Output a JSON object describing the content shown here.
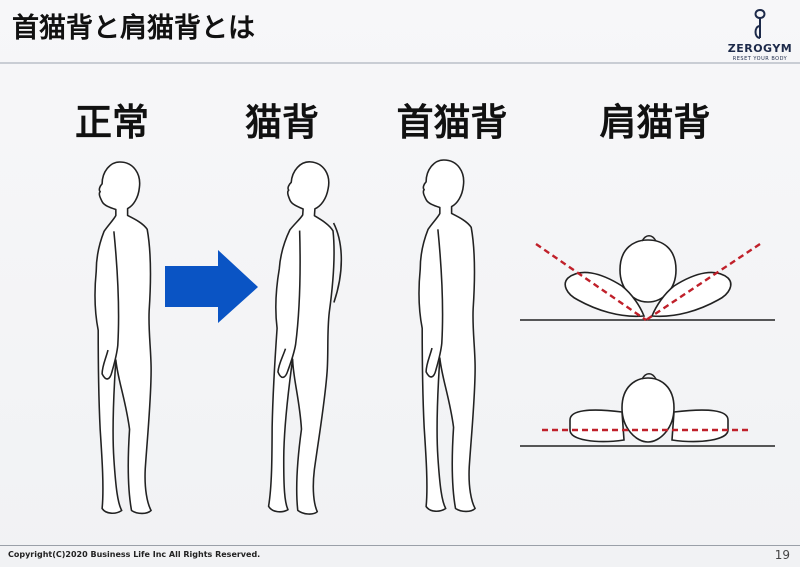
{
  "header": {
    "title": "首猫背と肩猫背とは"
  },
  "logo": {
    "name": "ZEROGYM",
    "tagline": "RESET YOUR BODY"
  },
  "columns": [
    {
      "label": "正常"
    },
    {
      "label": "猫背"
    },
    {
      "label": "首猫背"
    },
    {
      "label": "肩猫背"
    }
  ],
  "colors": {
    "arrow": "#0a54c4",
    "guide_line": "#c0202a",
    "outline": "#222222"
  },
  "footer": {
    "copyright": "Copyright(C)2020 Business Life Inc All Rights Reserved.",
    "page_number": "19"
  }
}
